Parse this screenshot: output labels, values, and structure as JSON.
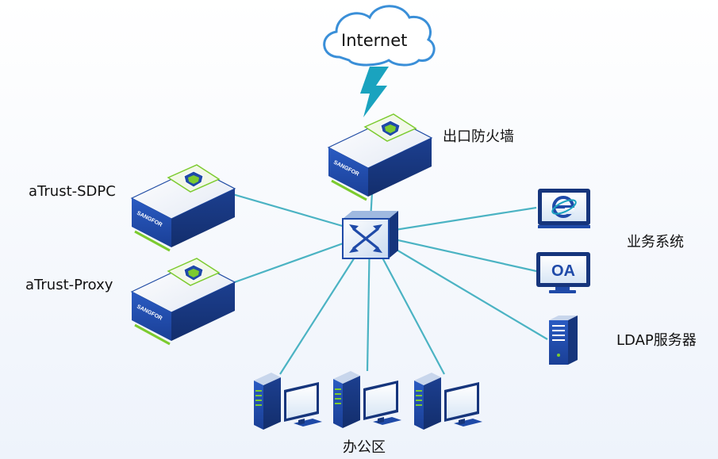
{
  "nodes": {
    "internet": {
      "label": "Internet",
      "icon": "cloud-icon"
    },
    "firewall": {
      "label": "出口防火墙",
      "icon": "sangfor-appliance-icon",
      "brand": "SANGFOR"
    },
    "sdpc": {
      "label": "aTrust-SDPC",
      "icon": "sangfor-appliance-icon",
      "brand": "SANGFOR"
    },
    "proxy": {
      "label": "aTrust-Proxy",
      "icon": "sangfor-appliance-icon",
      "brand": "SANGFOR"
    },
    "switch": {
      "icon": "network-switch-icon"
    },
    "business": {
      "label": "业务系统",
      "web_icon": "browser-e-icon",
      "oa_icon": "oa-monitor-icon",
      "oa_text": "OA"
    },
    "ldap": {
      "label": "LDAP服务器",
      "icon": "server-tower-icon"
    },
    "office": {
      "label": "办公区",
      "icon": "desktop-pc-icon"
    }
  },
  "colors": {
    "link": "#4bb3c3",
    "device": "#1f4aa8",
    "device_dark": "#16357c",
    "accent_green": "#7ccb2f",
    "cloud_stroke": "#3a8fd8",
    "bolt": "#1aa3bf"
  }
}
